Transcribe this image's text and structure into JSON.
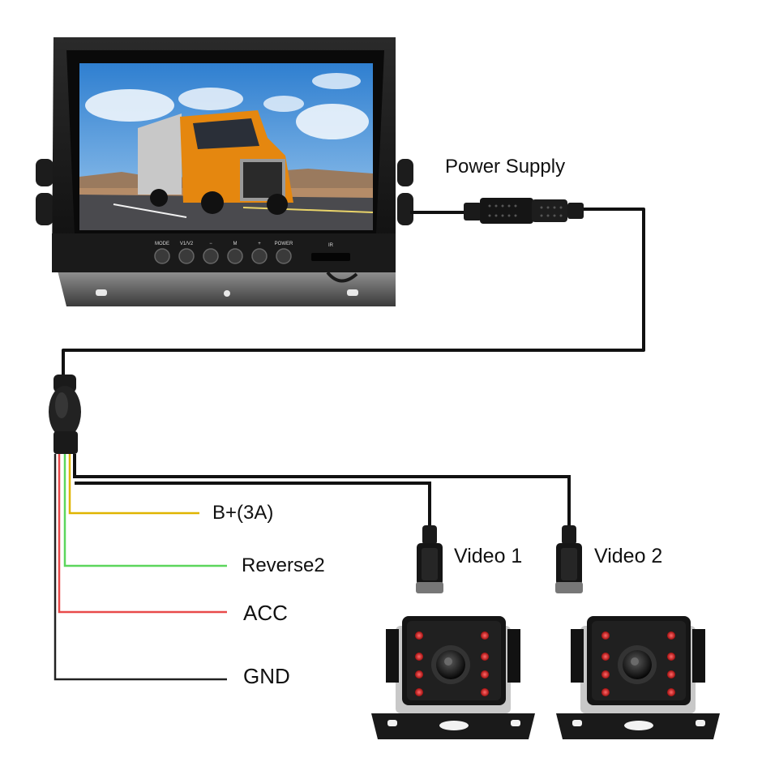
{
  "monitor": {
    "buttons": [
      "MODE",
      "V1/V2",
      "−",
      "M",
      "+",
      "POWER"
    ],
    "ir_label": "IR"
  },
  "labels": {
    "power_supply": "Power Supply",
    "b_plus": "B+(3A)",
    "reverse2": "Reverse2",
    "acc": "ACC",
    "gnd": "GND",
    "video1": "Video 1",
    "video2": "Video 2"
  },
  "wire_colors": {
    "main_cable": "#111111",
    "b_plus": "#e0b400",
    "reverse2": "#5cd65c",
    "acc": "#e84a4a",
    "gnd": "#222222"
  }
}
